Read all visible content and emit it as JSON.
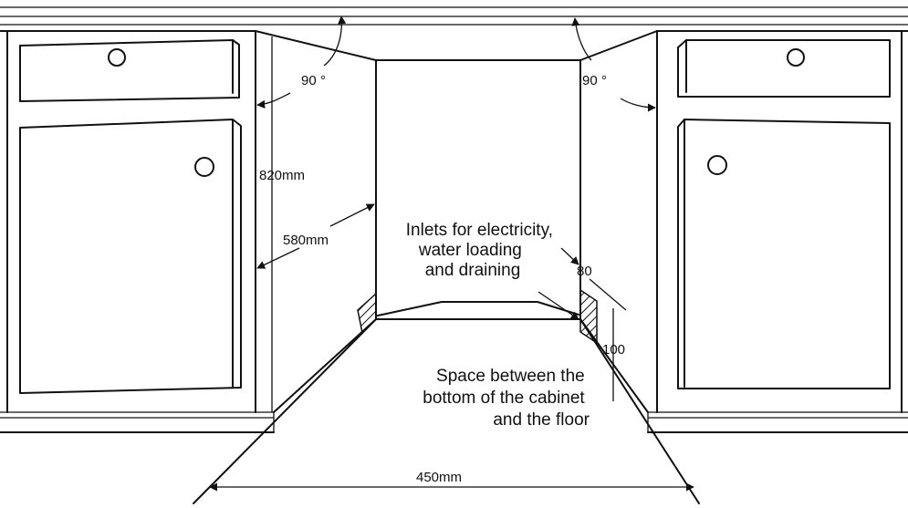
{
  "labels": {
    "angle_left": "90 °",
    "angle_right": "90 °",
    "height": "820mm",
    "depth": "580mm",
    "width": "450mm",
    "gap_top": "80",
    "gap_side": "100",
    "inlets": [
      "Inlets for electricity,",
      "water loading",
      "and draining"
    ],
    "space": [
      "Space between the",
      "bottom of the cabinet",
      "and the floor"
    ]
  },
  "colors": {
    "line": "#111111",
    "background": "#ffffff"
  }
}
